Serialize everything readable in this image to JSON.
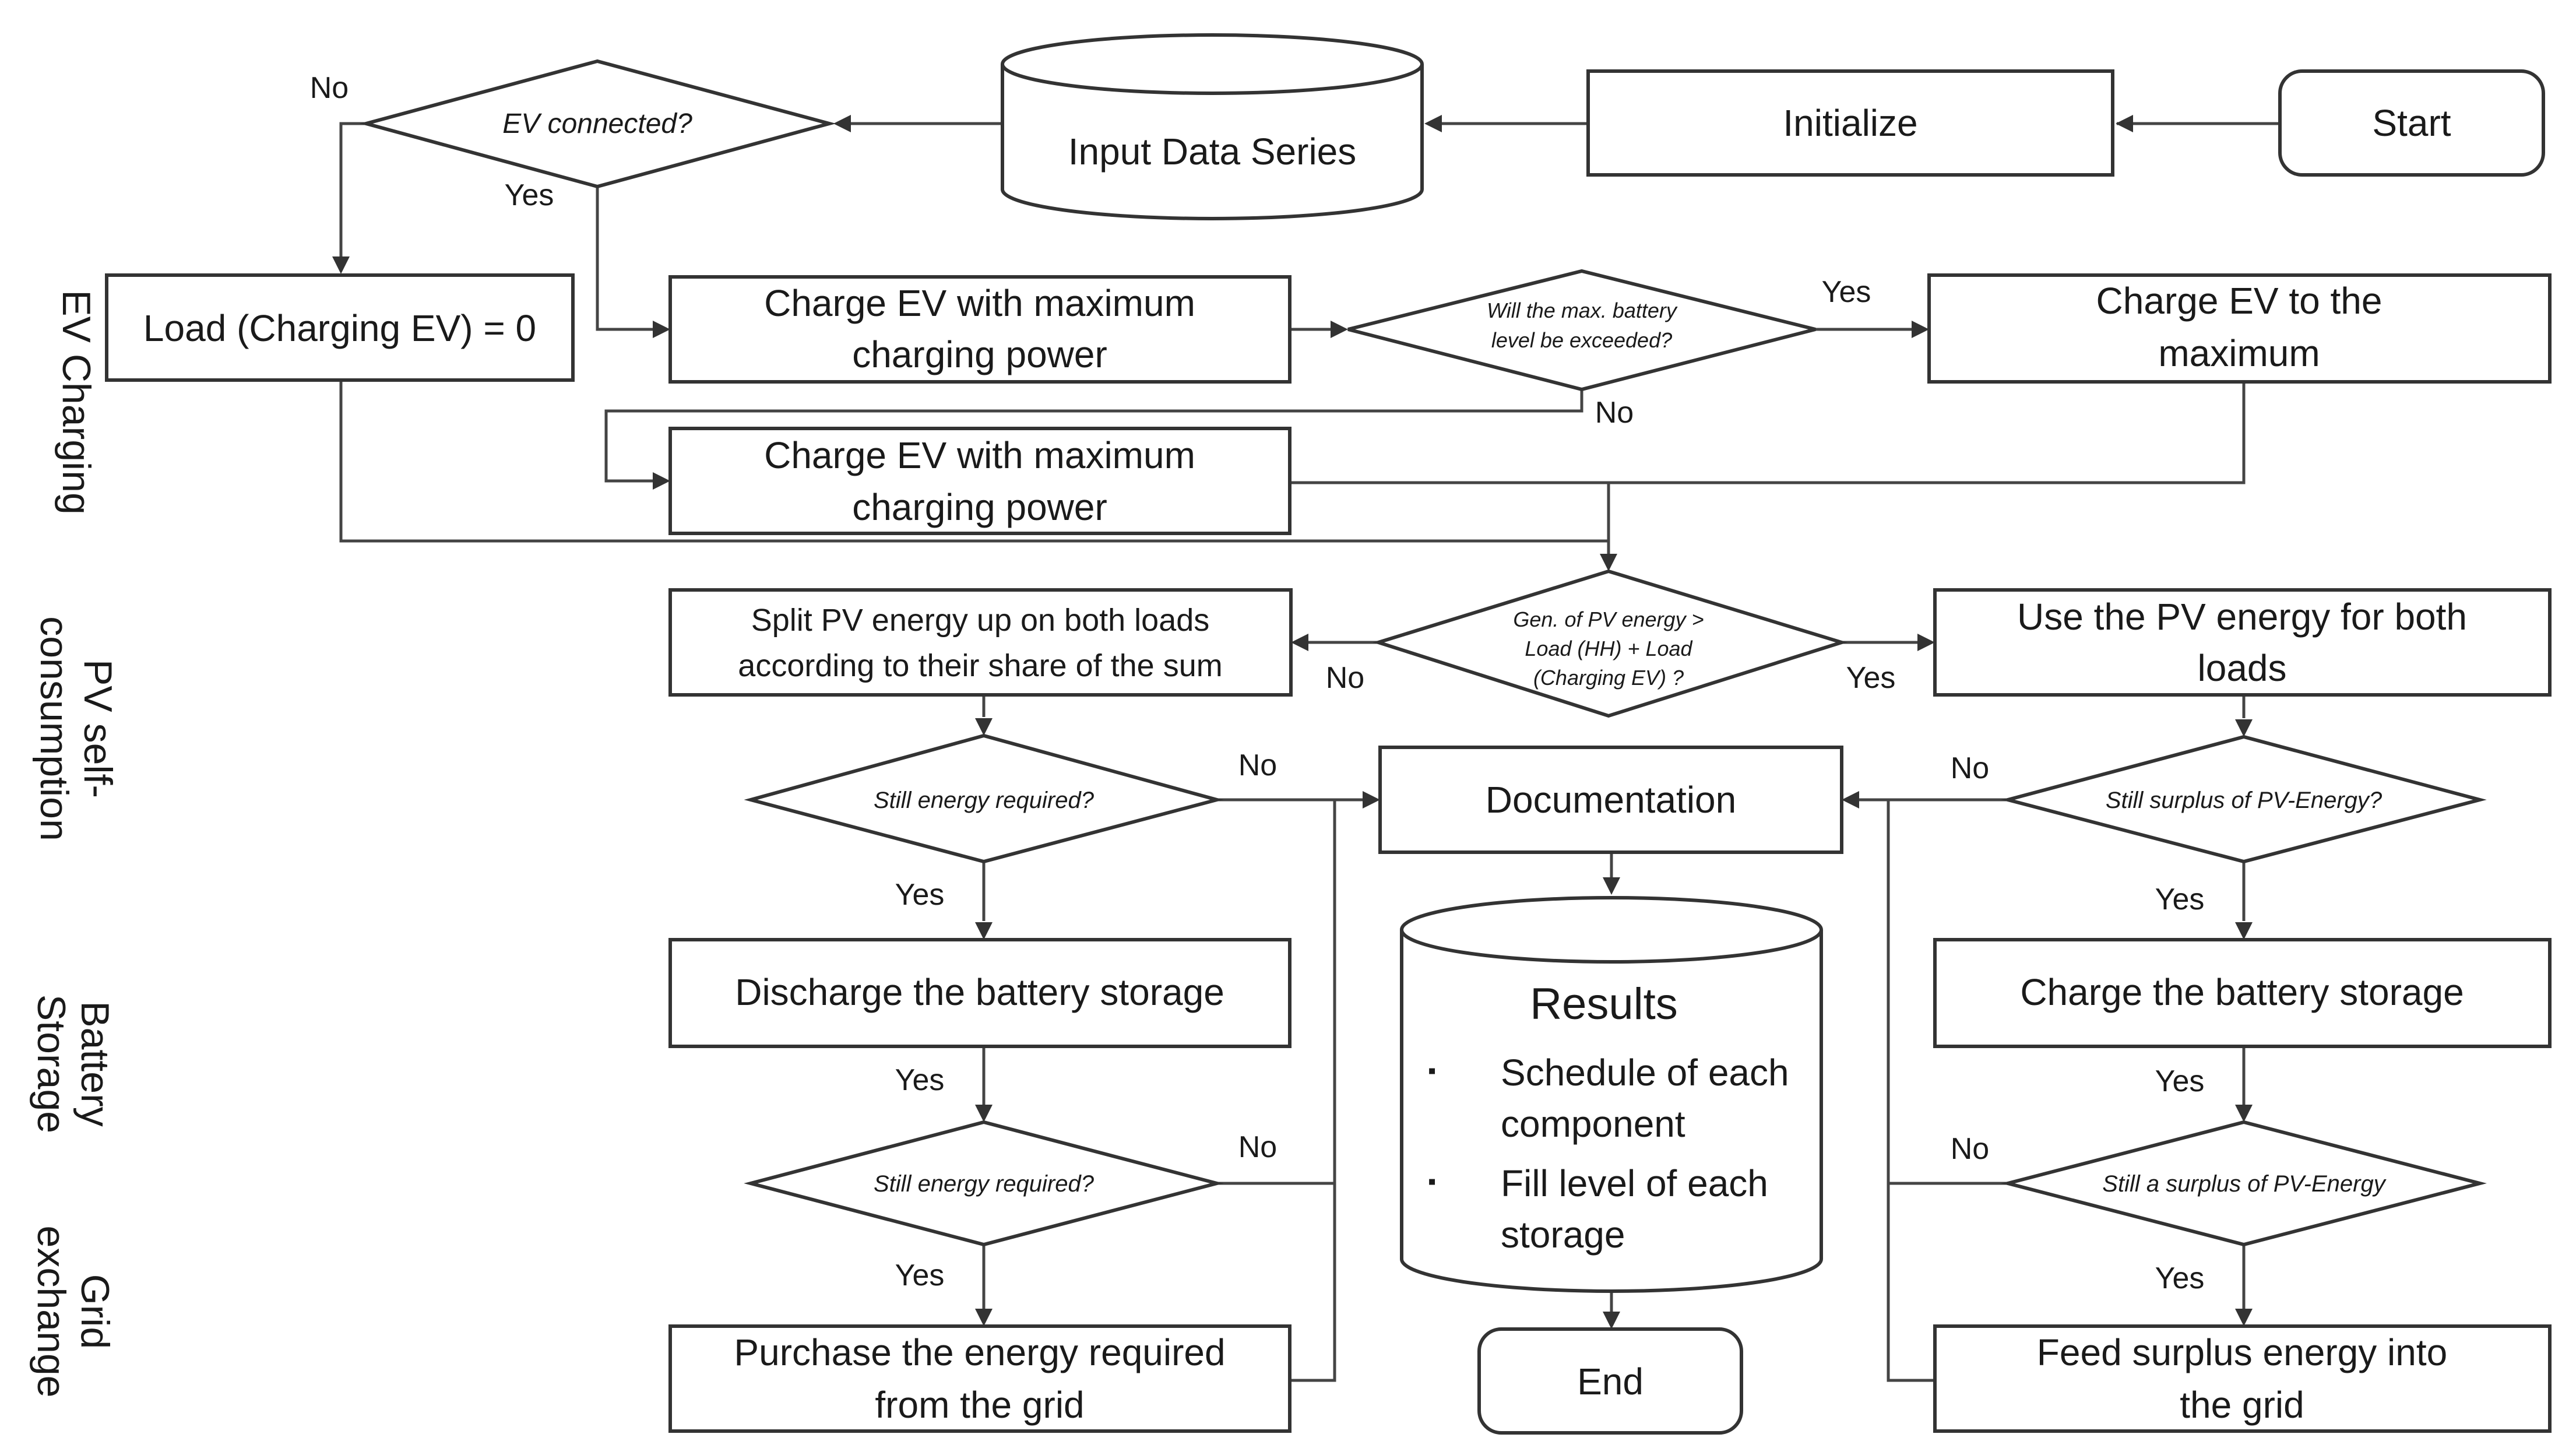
{
  "lanes": {
    "ev_charging": "EV Charging",
    "pv_1": "PV self-",
    "pv_2": "consumption",
    "battery_1": "Battery",
    "battery_2": "Storage",
    "grid_1": "Grid",
    "grid_2": "exchange"
  },
  "nodes": {
    "start": "Start",
    "initialize": "Initialize",
    "input_data": "Input Data Series",
    "ev_connected": "EV connected?",
    "load_zero": "Load (Charging EV) = 0",
    "charge_max_1a": "Charge EV with maximum",
    "charge_max_1b": "charging power",
    "battery_exceeded_1": "Will the max. battery",
    "battery_exceeded_2": "level be exceeded?",
    "charge_to_max_a": "Charge EV to the",
    "charge_to_max_b": "maximum",
    "charge_max_2a": "Charge EV with maximum",
    "charge_max_2b": "charging power",
    "gen_pv_1": "Gen. of PV energy >",
    "gen_pv_2": "Load (HH) + Load",
    "gen_pv_3": "(Charging EV) ?",
    "split_pv_a": "Split PV energy up on both loads",
    "split_pv_b": "according to their share of the sum",
    "use_pv_a": "Use the PV energy for both",
    "use_pv_b": "loads",
    "still_required_1": "Still energy required?",
    "documentation": "Documentation",
    "still_surplus_1": "Still surplus of PV-Energy?",
    "results_title": "Results",
    "results_item_1a": "Schedule of each",
    "results_item_1b": "component",
    "results_item_2a": "Fill level of each",
    "results_item_2b": "storage",
    "discharge": "Discharge the battery storage",
    "charge_battery": "Charge the battery storage",
    "still_required_2": "Still energy required?",
    "still_surplus_2": "Still a surplus of PV-Energy",
    "purchase_a": "Purchase the energy required",
    "purchase_b": "from the grid",
    "end": "End",
    "feed_a": "Feed surplus energy into",
    "feed_b": "the grid"
  },
  "labels": {
    "no": "No",
    "yes": "Yes"
  },
  "bullet": "▪"
}
